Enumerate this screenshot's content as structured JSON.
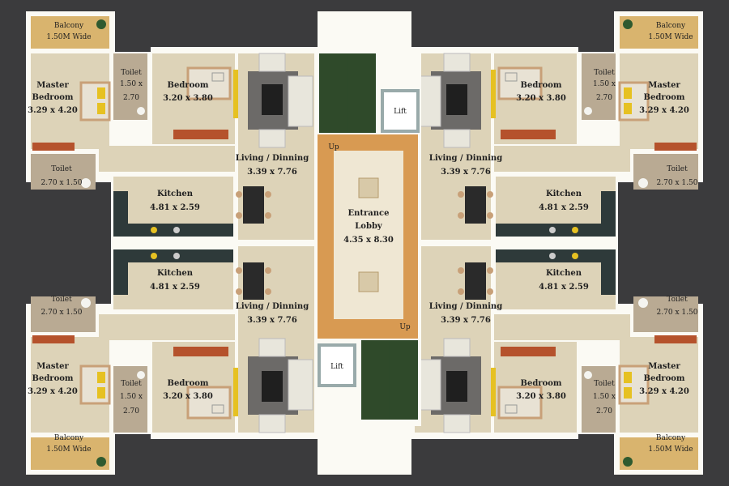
{
  "colors": {
    "background": "#3b3b3d",
    "wall": "#fbfaf4",
    "floor": "#ddd3b8",
    "lobby_border": "#d89a52",
    "lobby_floor": "#efe7d3",
    "balcony": "#d9b46e",
    "toilet": "#b9aa93",
    "kitchen_counter": "#2e3a3a",
    "stairs": "#2f4a2a",
    "sofa": "#e8e6dc",
    "rug": "#6c6a68",
    "bed_frame": "#c8a078",
    "wardrobe": "#b5522c",
    "accent_yellow": "#e6c122"
  },
  "labels": {
    "balcony": "Balcony",
    "balcony_dim": "1.50M Wide",
    "master_bedroom_1": "Master",
    "master_bedroom_2": "Bedroom",
    "master_bedroom_dim": "3.29 x 4.20",
    "bedroom": "Bedroom",
    "bedroom_dim": "3.20 x 3.80",
    "toilet": "Toilet",
    "toilet_small_dim_a": "1.50 x",
    "toilet_small_dim_b": "2.70",
    "toilet_large_dim": "2.70 x 1.50",
    "living": "Living / Dinning",
    "living_dim": "3.39 x 7.76",
    "kitchen": "Kitchen",
    "kitchen_dim": "4.81 x 2.59",
    "lift": "Lift",
    "up": "Up",
    "lobby_1": "Entrance",
    "lobby_2": "Lobby",
    "lobby_dim": "4.35 x 8.30"
  }
}
